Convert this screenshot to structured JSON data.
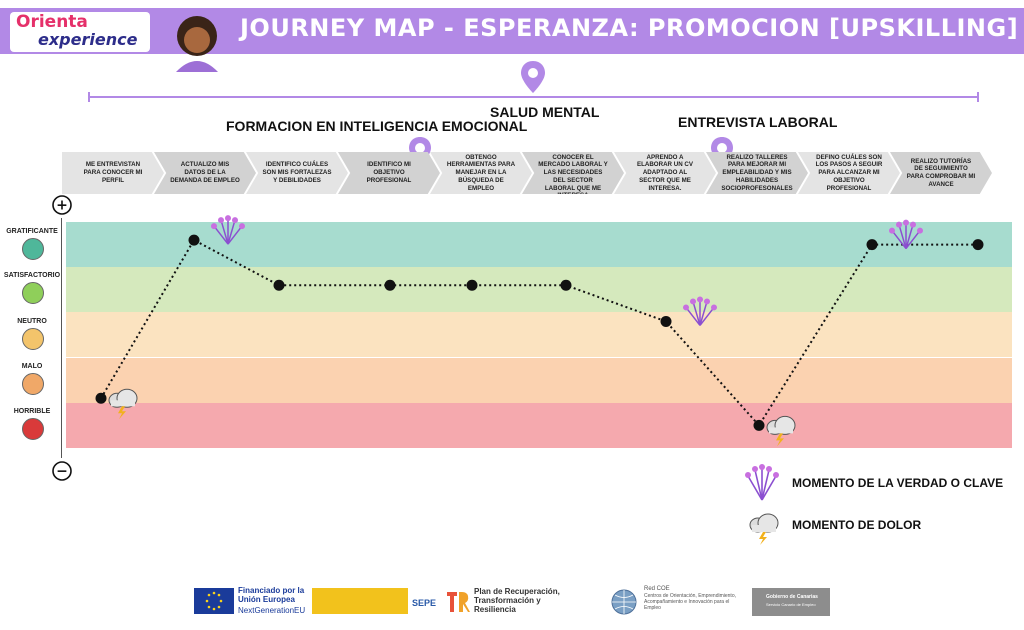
{
  "brand": {
    "line1": "Orienta",
    "line2": "experience"
  },
  "title": "JOURNEY MAP - ESPERANZA: PROMOCION [UPSKILLING]",
  "phases": {
    "salud": "SALUD MENTAL",
    "formacion": "FORMACION EN INTELIGENCIA EMOCIONAL",
    "entrevista": "ENTREVISTA LABORAL"
  },
  "steps": [
    "ME ENTREVISTAN PARA CONOCER MI PERFIL",
    "ACTUALIZO MIS DATOS DE LA DEMANDA DE EMPLEO",
    "IDENTIFICO CUÁLES SON MIS FORTALEZAS Y DEBILIDADES",
    "IDENTIFICO MI OBJETIVO PROFESIONAL",
    "OBTENGO HERRAMIENTAS PARA MANEJAR EN LA BÚSQUEDA DE EMPLEO",
    "ME AYUDAN A CONOCER EL MERCADO LABORAL Y LAS NECESIDADES DEL SECTOR LABORAL QUE ME INTERESA",
    "APRENDO A ELABORAR UN CV ADAPTADO AL SECTOR QUE ME INTERESA.",
    "REALIZO TALLERES PARA MEJORAR MI EMPLEABILIDAD Y MIS HABILIDADES SOCIOPROFESONALES",
    "DEFINO CUÁLES SON LOS PASOS A SEGUIR PARA ALCANZAR MI OBJETIVO PROFESIONAL",
    "REALIZO TUTORÍAS DE SEGUIMIENTO PARA COMPROBAR MI AVANCE"
  ],
  "emotions": [
    {
      "label": "GRATIFICANTE",
      "color": "#4fb79a"
    },
    {
      "label": "SATISFACTORIO",
      "color": "#8fcf5a"
    },
    {
      "label": "NEUTRO",
      "color": "#f3c46b"
    },
    {
      "label": "MALO",
      "color": "#f0a868"
    },
    {
      "label": "HORRIBLE",
      "color": "#d93a3a"
    }
  ],
  "band_colors": [
    "#a7dccf",
    "#d5e9bd",
    "#fbe3c0",
    "#fbd2b0",
    "#f5a9ae"
  ],
  "axis": {
    "plus": "+",
    "minus": "−"
  },
  "chart_data": {
    "type": "line",
    "levels": [
      "HORRIBLE",
      "MALO",
      "NEUTRO",
      "SATISFACTORIO",
      "GRATIFICANTE"
    ],
    "points": [
      {
        "x": 1,
        "y": 1.1,
        "marker": "dolor"
      },
      {
        "x": 2,
        "y": 4.6,
        "marker": "clave"
      },
      {
        "x": 3,
        "y": 3.6
      },
      {
        "x": 4,
        "y": 3.6
      },
      {
        "x": 5,
        "y": 3.6
      },
      {
        "x": 6,
        "y": 3.6,
        "marker": ""
      },
      {
        "x": 7,
        "y": 2.8,
        "marker": "clave"
      },
      {
        "x": 8,
        "y": 0.5,
        "marker": "dolor"
      },
      {
        "x": 9,
        "y": 4.5,
        "marker": "clave"
      },
      {
        "x": 10,
        "y": 4.5
      }
    ]
  },
  "legend": {
    "clave": "MOMENTO DE LA VERDAD O CLAVE",
    "dolor": "MOMENTO DE DOLOR"
  },
  "footer": {
    "eu": "Financiado por la Unión Europea",
    "eu_sub": "NextGenerationEU",
    "sepe": "SEPE",
    "plan": "Plan de Recuperación, Transformación y Resiliencia",
    "red": "Red COE",
    "red_sub": "Centros de Orientación, Emprendimiento, Acompañamiento e Innovación para el Empleo",
    "canarias": "Gobierno de Canarias",
    "canarias_sub": "Servicio Canario de Empleo"
  }
}
